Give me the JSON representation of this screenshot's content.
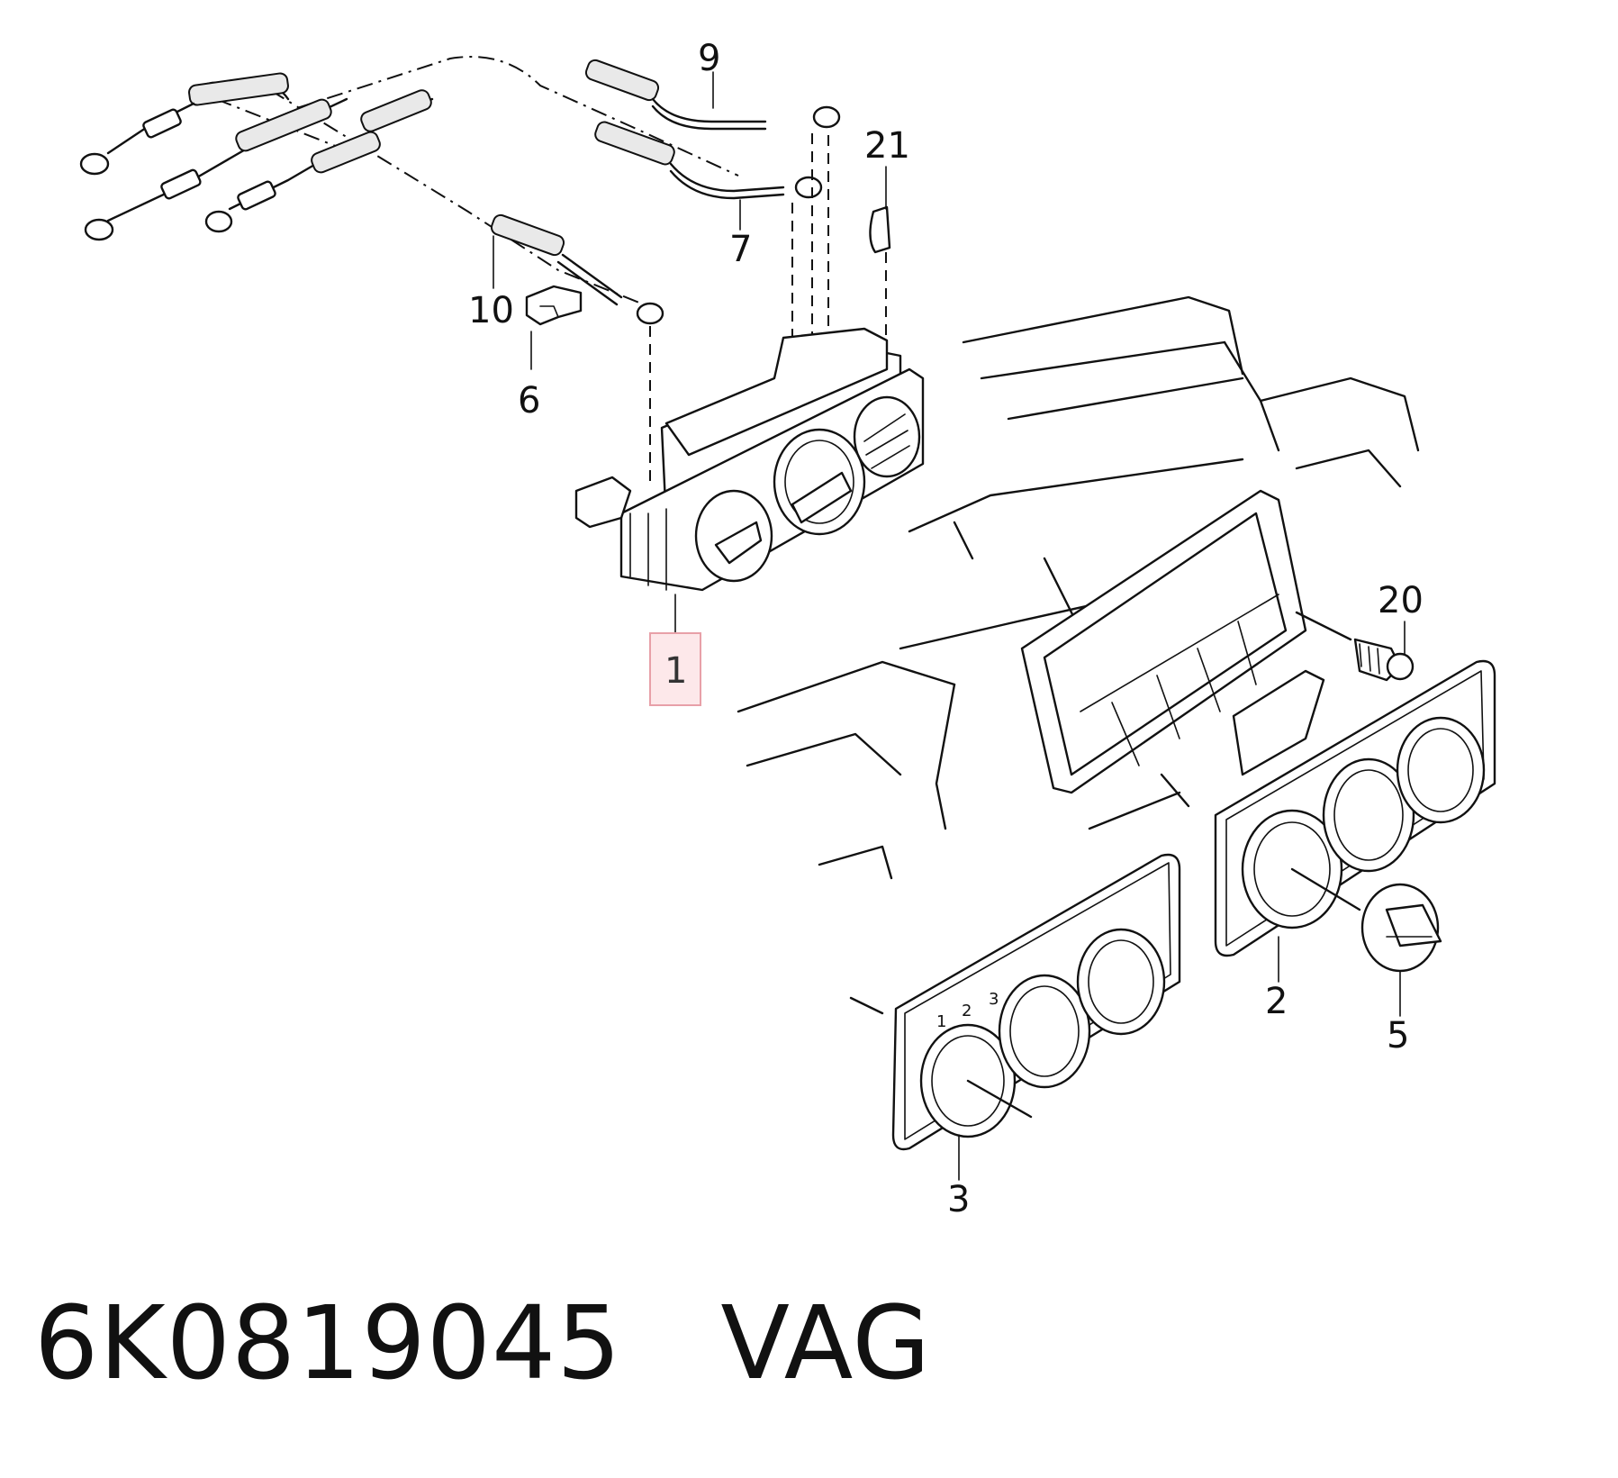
{
  "diagram": {
    "callouts": [
      {
        "id": "c9",
        "label": "9"
      },
      {
        "id": "c21",
        "label": "21"
      },
      {
        "id": "c7",
        "label": "7"
      },
      {
        "id": "c10",
        "label": "10"
      },
      {
        "id": "c6",
        "label": "6"
      },
      {
        "id": "c1",
        "label": "1",
        "highlighted": true
      },
      {
        "id": "c20",
        "label": "20"
      },
      {
        "id": "c2",
        "label": "2"
      },
      {
        "id": "c5",
        "label": "5"
      },
      {
        "id": "c3",
        "label": "3"
      }
    ],
    "panel_scale_marks": [
      "1",
      "2",
      "3"
    ],
    "highlight_color": "#e8a0a8",
    "line_color": "#111111"
  },
  "footer": {
    "part_number": "6K0819045",
    "brand": "VAG"
  }
}
